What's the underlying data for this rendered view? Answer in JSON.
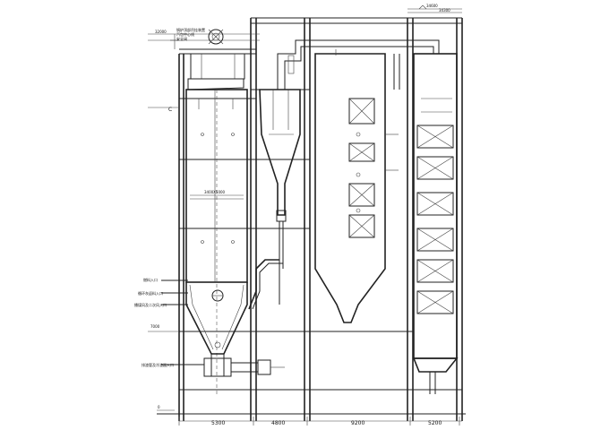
{
  "dims": {
    "bottom": [
      "5300",
      "4800",
      "9200",
      "5200"
    ],
    "center_label": "3400X5000"
  },
  "elevations": {
    "top_right_a": "34600",
    "top_right_b": "34300",
    "left_top": "32000",
    "left_mid": "7000",
    "left_zero": "0",
    "left_c": "C"
  },
  "annotations": {
    "top_notes": [
      "锅炉顶部吊挂装置",
      "汽包中心线",
      "安全阀"
    ],
    "side_inlet_1": "燃料入口",
    "side_inlet_2": "循环灰返料入口",
    "side_inlet_3": "播煤风及二次风入口",
    "bottom_note": "排渣管及冷渣器入口"
  }
}
